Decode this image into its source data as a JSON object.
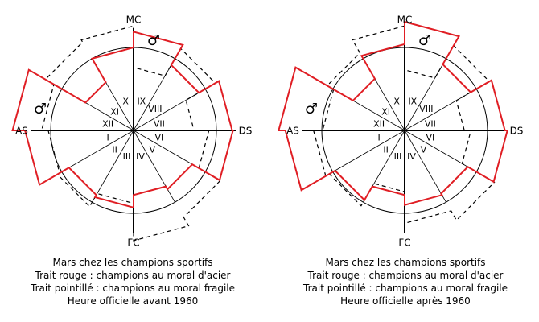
{
  "angles": {
    "top": "MC",
    "bottom": "FC",
    "left": "AS",
    "right": "DS"
  },
  "sectors": [
    "I",
    "II",
    "III",
    "IV",
    "V",
    "VI",
    "VII",
    "VIII",
    "IX",
    "X",
    "XI",
    "XII"
  ],
  "planet_symbol": "♂",
  "colors": {
    "red": "#e01e24",
    "dashed": "#000000",
    "lines": "#000000"
  },
  "charts": [
    {
      "red_levels": [
        1.31,
        0.9,
        0.93,
        0.78,
        0.82,
        1.2,
        1.19,
        0.91,
        1.19,
        1.0,
        0.67,
        1.46
      ],
      "dashed_levels": [
        1.03,
        1.06,
        0.88,
        1.33,
        1.21,
        0.91,
        0.73,
        1.14,
        0.76,
        1.26,
        1.23,
        1.11
      ],
      "caption": [
        "Mars chez les champions sportifs",
        "Trait rouge : champions au moral d'acier",
        "Trait pointillé : champions au moral fragile",
        "Heure officielle avant 1960"
      ]
    },
    {
      "red_levels": [
        1.44,
        0.97,
        0.78,
        0.9,
        0.88,
        1.24,
        1.21,
        0.92,
        1.31,
        1.04,
        0.72,
        1.52
      ],
      "dashed_levels": [
        1.1,
        1.05,
        0.74,
        1.12,
        1.25,
        0.8,
        0.72,
        1.18,
        0.73,
        1.26,
        1.08,
        0.99
      ],
      "caption": [
        "Mars chez les champions sportifs",
        "Trait rouge : champions au moral d'acier",
        "Trait pointillé : champions au moral fragile",
        "Heure officielle après 1960"
      ]
    }
  ]
}
